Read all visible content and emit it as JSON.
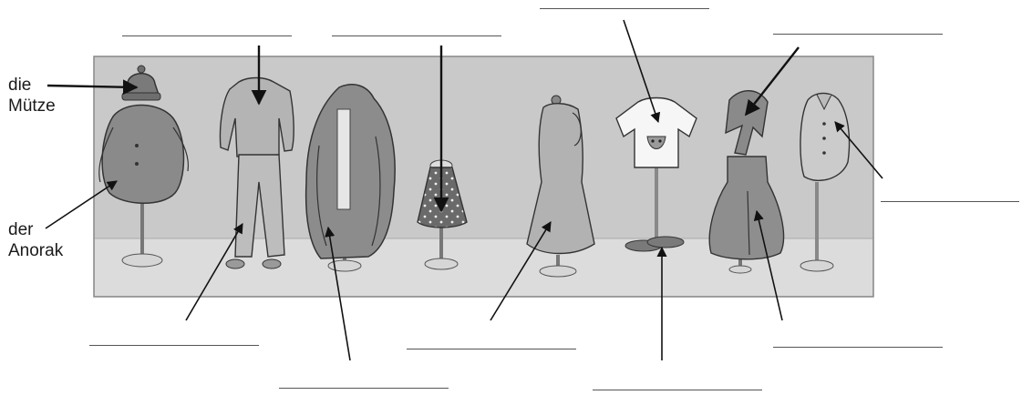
{
  "labels": {
    "cap": {
      "article": "die",
      "noun": "Mütze"
    },
    "anorak": {
      "article": "der",
      "noun": "Anorak"
    }
  },
  "colors": {
    "backdrop": "#c8c8c8",
    "floor": "#dadada",
    "garment": "#8a8a8a",
    "garment_dark": "#6e6e6e",
    "line": "#111111"
  },
  "items": [
    {
      "icon": "cap-and-anorak-icon"
    },
    {
      "icon": "sweater-and-trousers-icon"
    },
    {
      "icon": "coat-icon"
    },
    {
      "icon": "skirt-icon"
    },
    {
      "icon": "dress-icon"
    },
    {
      "icon": "tshirt-and-shoes-icon"
    },
    {
      "icon": "scarf-and-overalls-icon"
    },
    {
      "icon": "blouse-icon"
    }
  ]
}
